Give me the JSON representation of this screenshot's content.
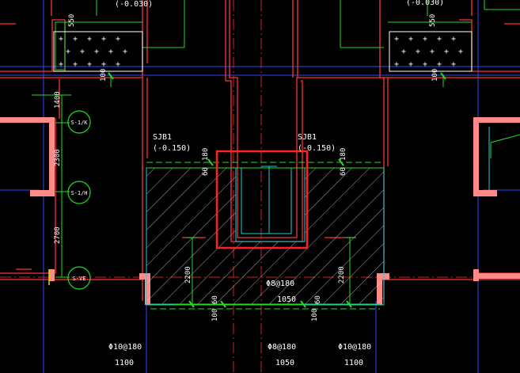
{
  "drawing": {
    "top_elevations": [
      "(-0.030)",
      "(-0.030)"
    ],
    "dims_top": {
      "left_550": "550",
      "right_550": "550",
      "left_100": "100",
      "right_100": "100"
    },
    "left_axis_dims": [
      "1400",
      "2300",
      "2700"
    ],
    "axis_bubbles": [
      "S-1/K",
      "S-1/H",
      "S-VE"
    ],
    "beam_left": {
      "name": "SJB1",
      "elev": "(-0.150)",
      "d180": "180",
      "d60": "60"
    },
    "beam_right": {
      "name": "SJB1",
      "elev": "(-0.150)",
      "d180": "180",
      "d60": "60"
    },
    "slab": {
      "rebar": "Φ8@180",
      "span": "1050",
      "dim_left": "2200",
      "dim_right": "2200",
      "d60_left": "60",
      "d60_right": "60",
      "d100_left": "100",
      "d100_right": "100"
    },
    "bottom": [
      {
        "rebar": "Φ10@180",
        "span": "1100"
      },
      {
        "rebar": "Φ8@180",
        "span": "1050"
      },
      {
        "rebar": "Φ10@180",
        "span": "1100"
      }
    ]
  },
  "colors": {
    "wall": "#ff3333",
    "pink_wall": "#ff8a8a",
    "dim": "#22dd22",
    "cyan": "#22ccdd",
    "blue": "#3344ff",
    "yellow": "#dddd00",
    "highlight": "#ff2020"
  }
}
